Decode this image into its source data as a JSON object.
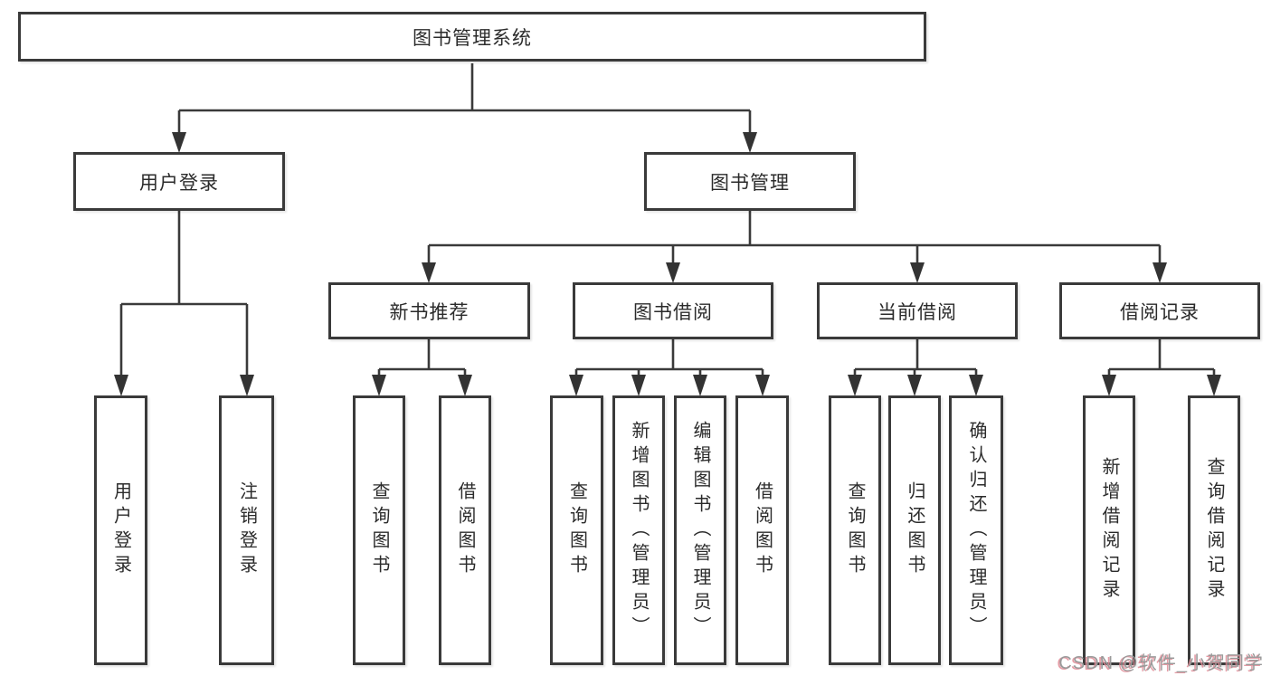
{
  "diagram": {
    "root": {
      "label": "图书管理系统"
    },
    "level2": [
      {
        "label": "用户登录"
      },
      {
        "label": "图书管理"
      }
    ],
    "level3": [
      {
        "label": "新书推荐"
      },
      {
        "label": "图书借阅"
      },
      {
        "label": "当前借阅"
      },
      {
        "label": "借阅记录"
      }
    ],
    "leaves": {
      "user_login": [
        "用户登录",
        "注销登录"
      ],
      "new_book": [
        "查询图书",
        "借阅图书"
      ],
      "book_borrow": [
        "查询图书",
        "新增图书（管理员）",
        "编辑图书（管理员）",
        "借阅图书"
      ],
      "current_borrow": [
        "查询图书",
        "归还图书",
        "确认归还（管理员）"
      ],
      "borrow_record": [
        "新增借阅记录",
        "查询借阅记录"
      ]
    }
  },
  "watermark": {
    "text": "CSDN @软件_小贺同学"
  },
  "colors": {
    "line": "#3a3a3a",
    "box_border": "#3a3a3a",
    "text": "#2b2b2b",
    "watermark_gray": "#9a9a9a",
    "watermark_pink": "#e08c96",
    "background": "#ffffff"
  }
}
